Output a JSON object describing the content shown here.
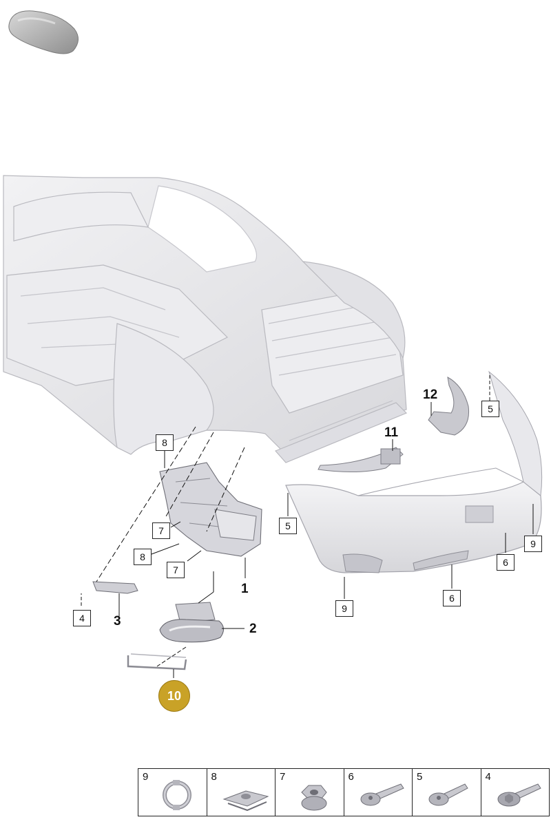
{
  "view_thumbnail": {
    "icon": "car-thumbnail-icon"
  },
  "illustration": {
    "icon": "vehicle-rear-body-diagram"
  },
  "callouts": {
    "c8_top": "8",
    "c7_a": "7",
    "c8_b": "8",
    "c7_b": "7",
    "c1": "1",
    "c4": "4",
    "c3": "3",
    "c2": "2",
    "c10": "10",
    "c12": "12",
    "c5_top": "5",
    "c11": "11",
    "c5_b": "5",
    "c9_r": "9",
    "c6_a": "6",
    "c6_b": "6",
    "c9_b": "9"
  },
  "hardware_table": [
    {
      "num": "9",
      "icon": "clip-ring-icon"
    },
    {
      "num": "8",
      "icon": "spring-nut-icon"
    },
    {
      "num": "7",
      "icon": "hex-nut-icon"
    },
    {
      "num": "6",
      "icon": "torx-bolt-long-icon"
    },
    {
      "num": "5",
      "icon": "torx-bolt-short-icon"
    },
    {
      "num": "4",
      "icon": "flange-bolt-icon"
    }
  ],
  "colors": {
    "highlight": "#c9a227",
    "line": "#222222",
    "body": "#e6e6e8"
  }
}
